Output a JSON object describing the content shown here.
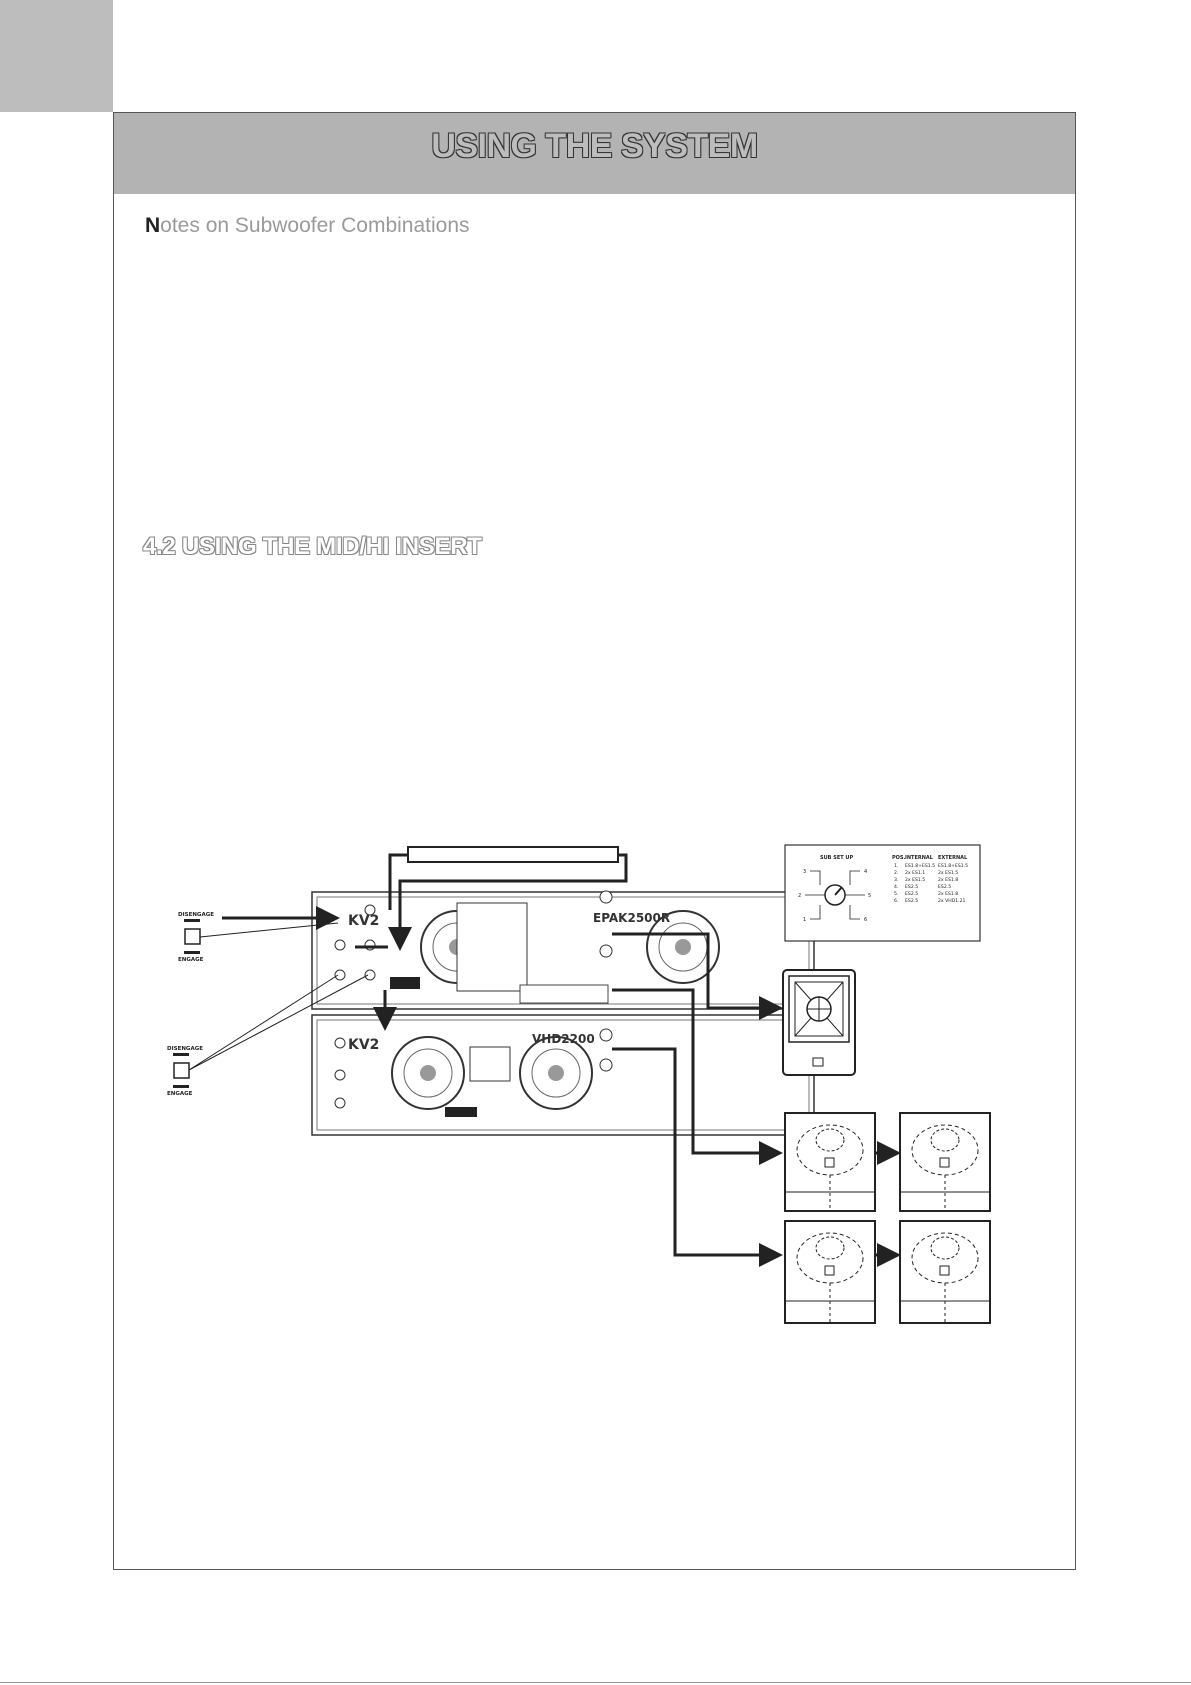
{
  "header": {
    "title": "USING THE SYSTEM"
  },
  "sections": {
    "notes_heading": "Notes on Subwoofer Combinations",
    "insert_heading": "4.2 USING THE MID/HI INSERT"
  },
  "diagram": {
    "switch_top": {
      "disengage": "DISENGAGE",
      "engage": "ENGAGE"
    },
    "switch_bottom": {
      "disengage": "DISENGAGE",
      "engage": "ENGAGE"
    },
    "amp_top": {
      "brand": "KV2",
      "model": "EPAK2500R"
    },
    "amp_bottom": {
      "brand": "KV2",
      "model": "VHD2200"
    },
    "sub_setup": {
      "title": "SUB SET UP",
      "columns": [
        "POS.",
        "INTERNAL",
        "EXTERNAL"
      ],
      "rows": [
        [
          "1.",
          "ES1.8+ES1.5",
          "ES1.8+ES1.5"
        ],
        [
          "2.",
          "2x ES1.1",
          "2x ES1.5"
        ],
        [
          "3.",
          "2x ES1.5",
          "2x ES1.8"
        ],
        [
          "4.",
          "ES2.5",
          "ES2.5"
        ],
        [
          "5.",
          "ES2.5",
          "2x ES1.8"
        ],
        [
          "6.",
          "ES2.5",
          "2x VHD1.21"
        ]
      ]
    }
  }
}
